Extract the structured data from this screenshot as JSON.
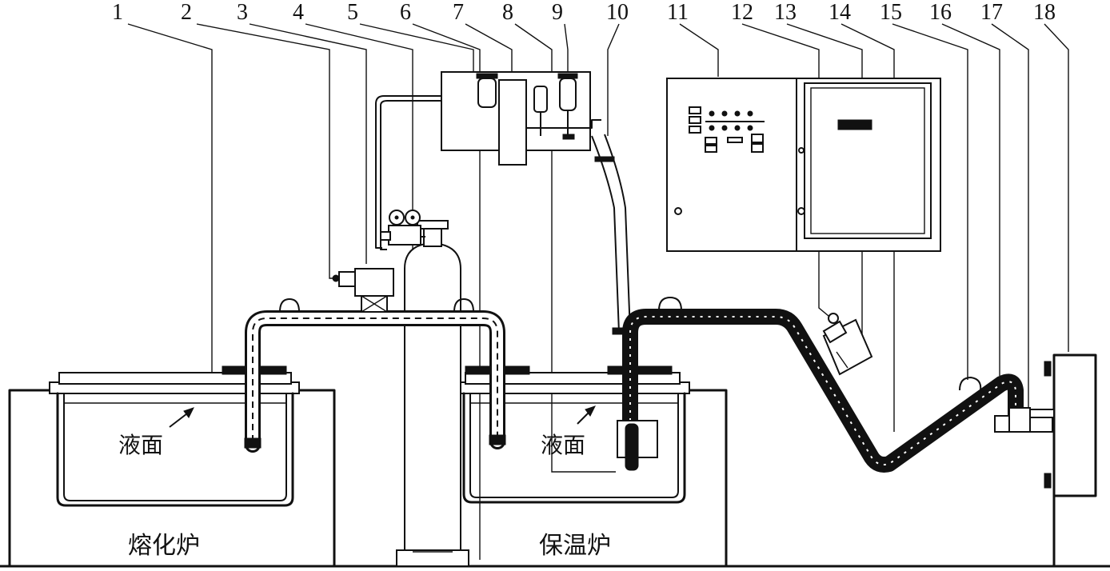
{
  "callouts": [
    "1",
    "2",
    "3",
    "4",
    "5",
    "6",
    "7",
    "8",
    "9",
    "10",
    "11",
    "12",
    "13",
    "14",
    "15",
    "16",
    "17",
    "18"
  ],
  "labels": {
    "liquid_surface_left": "液面",
    "liquid_surface_right": "液面",
    "melting_furnace": "熔化炉",
    "holding_furnace": "保温炉"
  }
}
